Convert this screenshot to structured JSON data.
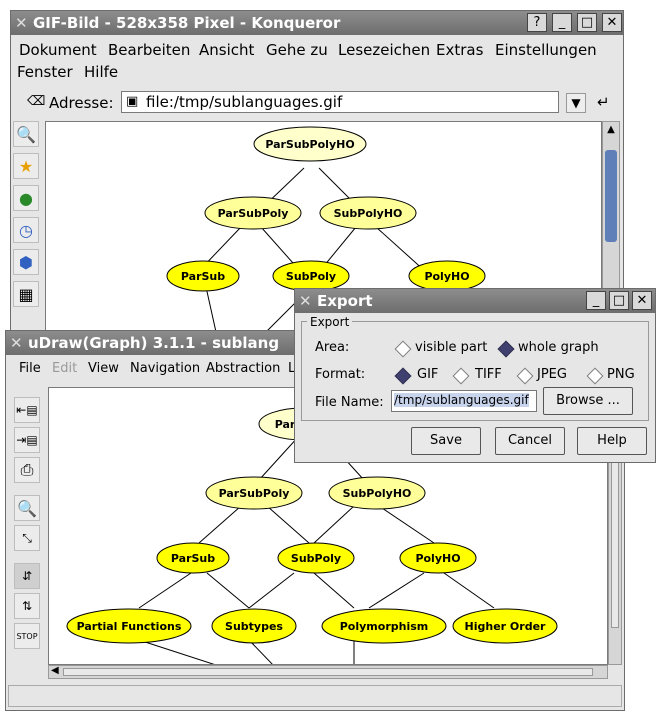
{
  "konqueror": {
    "title": "GIF-Bild - 528x358 Pixel - Konqueror",
    "menu_row1": [
      "Dokument",
      "Bearbeiten",
      "Ansicht",
      "Gehe zu",
      "Lesezeichen",
      "Extras",
      "Einstellungen"
    ],
    "menu_row2": [
      "Fenster",
      "Hilfe"
    ],
    "address_label": "Adresse:",
    "address_value": "file:/tmp/sublanguages.gif",
    "graph_nodes": {
      "top": "ParSubPolyHO",
      "mid_left": "ParSubPoly",
      "mid_right": "SubPolyHO",
      "low_1": "ParSub",
      "low_2": "SubPoly",
      "low_3": "PolyHO"
    }
  },
  "udraw": {
    "title": "uDraw(Graph) 3.1.1 - sublang",
    "menu": [
      "File",
      "Edit",
      "View",
      "Navigation",
      "Abstraction",
      "L"
    ],
    "graph_nodes": {
      "top": "ParS",
      "mid_left": "ParSubPoly",
      "mid_right": "SubPolyHO",
      "low_1": "ParSub",
      "low_2": "SubPoly",
      "low_3": "PolyHO",
      "leaf_1": "Partial Functions",
      "leaf_2": "Subtypes",
      "leaf_3": "Polymorphism",
      "leaf_4": "Higher Order"
    }
  },
  "export_dialog": {
    "title": "Export",
    "group_label": "Export",
    "area_label": "Area:",
    "area_options": [
      "visible part",
      "whole graph"
    ],
    "area_selected": "whole graph",
    "format_label": "Format:",
    "format_options": [
      "GIF",
      "TIFF",
      "JPEG",
      "PNG"
    ],
    "format_selected": "GIF",
    "filename_label": "File Name:",
    "filename_value": "/tmp/sublanguages.gif",
    "browse_label": "Browse ...",
    "save_label": "Save",
    "cancel_label": "Cancel",
    "help_label": "Help"
  },
  "titlebar_buttons": {
    "help": "?",
    "minimize": "_",
    "maximize": "□",
    "close": "✕"
  },
  "colors": {
    "node_fill": "#ffff00",
    "node_fill_pale": "#ffffcc",
    "titlebar": "#7a7a7a",
    "dialog_bg": "#e6e6e6"
  }
}
